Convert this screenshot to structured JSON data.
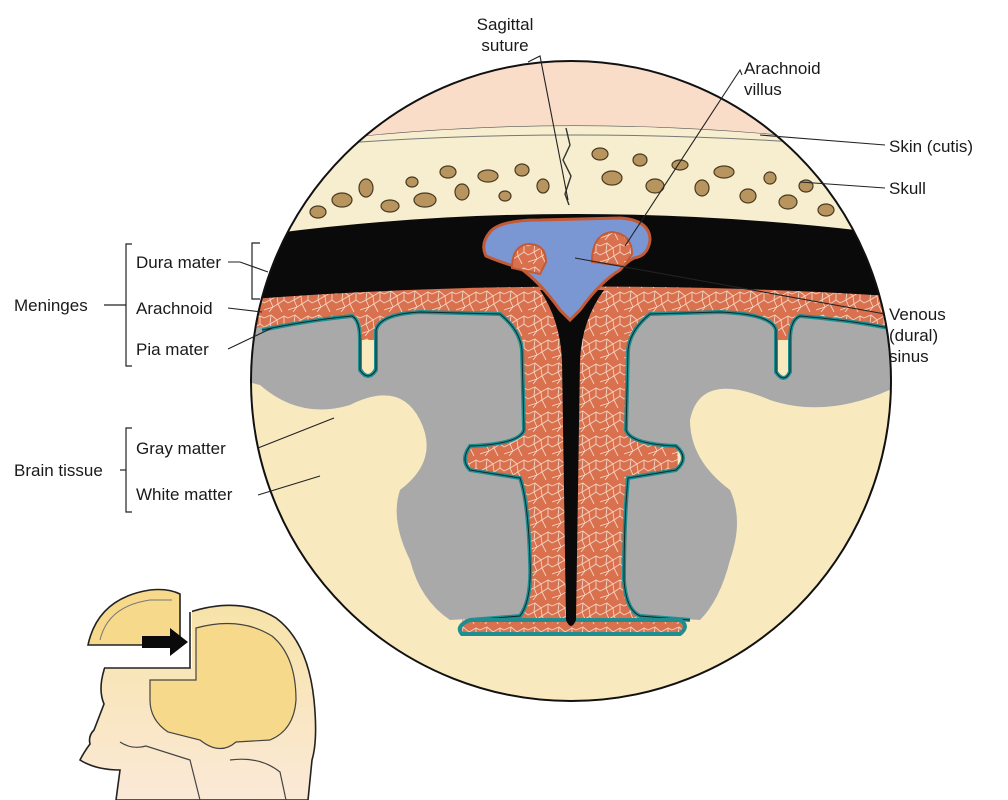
{
  "labels": {
    "sagittal_suture": [
      "Sagittal",
      "suture"
    ],
    "arachnoid_villus": [
      "Arachnoid",
      "villus"
    ],
    "skin": "Skin (cutis)",
    "skull": "Skull",
    "venous_sinus": [
      "Venous",
      "(dural)",
      "sinus"
    ],
    "meninges": "Meninges",
    "dura_mater": "Dura mater",
    "arachnoid": "Arachnoid",
    "pia_mater": "Pia mater",
    "brain_tissue": "Brain tissue",
    "gray_matter": "Gray matter",
    "white_matter": "White matter"
  },
  "colors": {
    "skin": "#f9ddc9",
    "bone": "#f6eecf",
    "bone_pores": "#b8955e",
    "dura": "#0a0a0a",
    "arachnoid": "#d9714e",
    "venous_sinus": "#7b97d3",
    "pia": "#1f8e91",
    "gray_matter": "#a9a9a9",
    "white_matter": "#f8e9bf"
  }
}
